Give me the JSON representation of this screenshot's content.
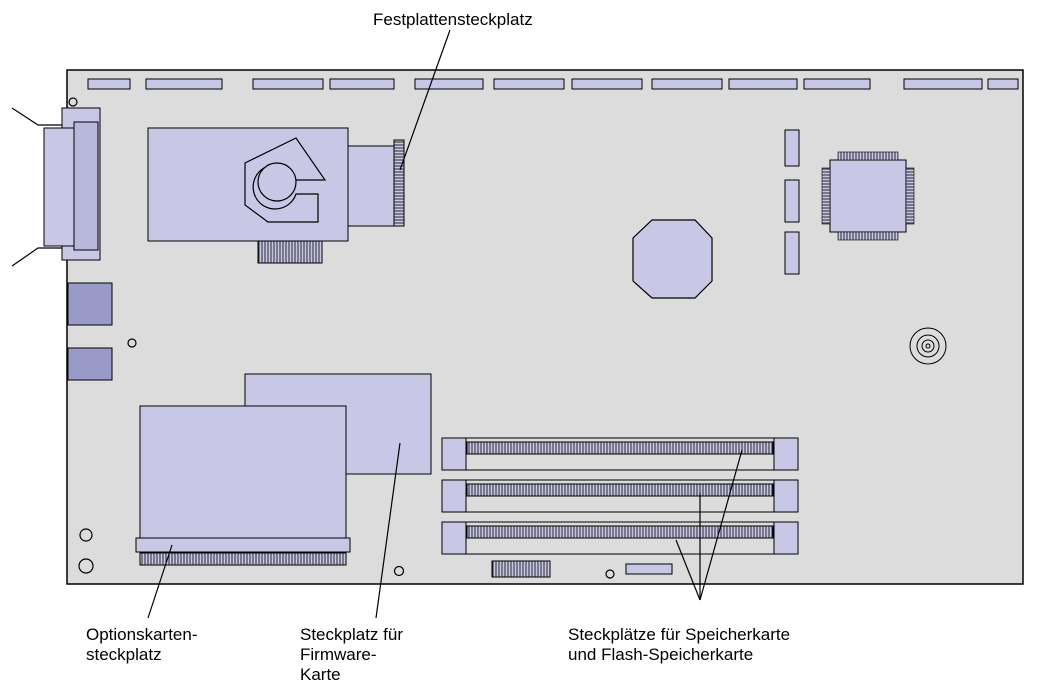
{
  "labels": {
    "hard_disk_slot": "Festplattensteckplatz",
    "option_card_slot": "Optionskarten-\nsteckplatz",
    "firmware_slot": "Steckplatz für\nFirmware-\nKarte",
    "memory_slots": "Steckplätze für Speicherkarte\nund Flash-Speicherkarte"
  },
  "colors": {
    "board": "#dcdcdc",
    "component": "#c8c8e6",
    "connector": "#9a9ac8",
    "outline": "#000000"
  }
}
